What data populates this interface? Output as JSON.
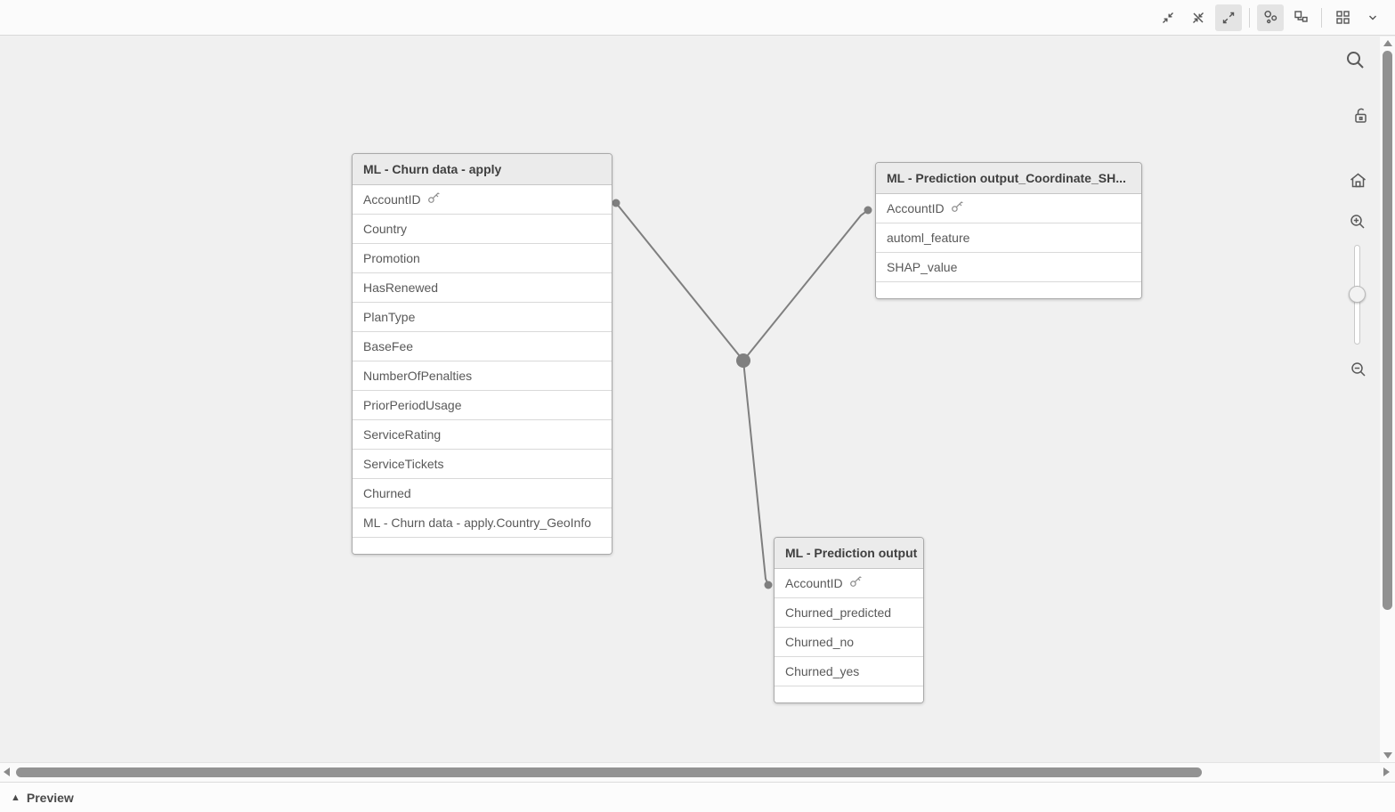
{
  "topbar": {
    "buttons": [
      {
        "icon": "collapse-arrows-icon",
        "active": false
      },
      {
        "icon": "collapse-arrows-slash-icon",
        "active": false
      },
      {
        "icon": "expand-arrows-icon",
        "active": true
      },
      {
        "icon": "bubbles-view-icon",
        "active": true
      },
      {
        "icon": "tables-view-icon",
        "active": false
      },
      {
        "icon": "grid-layout-icon",
        "active": false,
        "has_dropdown": true
      }
    ]
  },
  "canvas": {
    "background_color": "#f0f0f0",
    "connector_color": "#7f7f7f",
    "tables": [
      {
        "title": "ML - Churn data - apply",
        "fields": [
          {
            "name": "AccountID",
            "key": true
          },
          {
            "name": "Country",
            "key": false
          },
          {
            "name": "Promotion",
            "key": false
          },
          {
            "name": "HasRenewed",
            "key": false
          },
          {
            "name": "PlanType",
            "key": false
          },
          {
            "name": "BaseFee",
            "key": false
          },
          {
            "name": "NumberOfPenalties",
            "key": false
          },
          {
            "name": "PriorPeriodUsage",
            "key": false
          },
          {
            "name": "ServiceRating",
            "key": false
          },
          {
            "name": "ServiceTickets",
            "key": false
          },
          {
            "name": "Churned",
            "key": false
          },
          {
            "name": "ML - Churn data - apply.Country_GeoInfo",
            "key": false
          }
        ]
      },
      {
        "title": "ML - Prediction output_Coordinate_SH...",
        "fields": [
          {
            "name": "AccountID",
            "key": true
          },
          {
            "name": "automl_feature",
            "key": false
          },
          {
            "name": "SHAP_value",
            "key": false
          }
        ]
      },
      {
        "title": "ML - Prediction output",
        "fields": [
          {
            "name": "AccountID",
            "key": true
          },
          {
            "name": "Churned_predicted",
            "key": false
          },
          {
            "name": "Churned_no",
            "key": false
          },
          {
            "name": "Churned_yes",
            "key": false
          }
        ]
      }
    ],
    "associations": [
      {
        "from_table": "ML - Churn data - apply",
        "to_table": "ML - Prediction output_Coordinate_SH...",
        "field": "AccountID"
      },
      {
        "from_table": "ML - Churn data - apply",
        "to_table": "ML - Prediction output",
        "field": "AccountID"
      }
    ]
  },
  "side_toolbar": {
    "icons": [
      "search-icon",
      "unlock-icon",
      "home-icon",
      "zoom-in-icon",
      "zoom-slider",
      "zoom-out-icon"
    ]
  },
  "footer": {
    "preview_label": "Preview"
  }
}
